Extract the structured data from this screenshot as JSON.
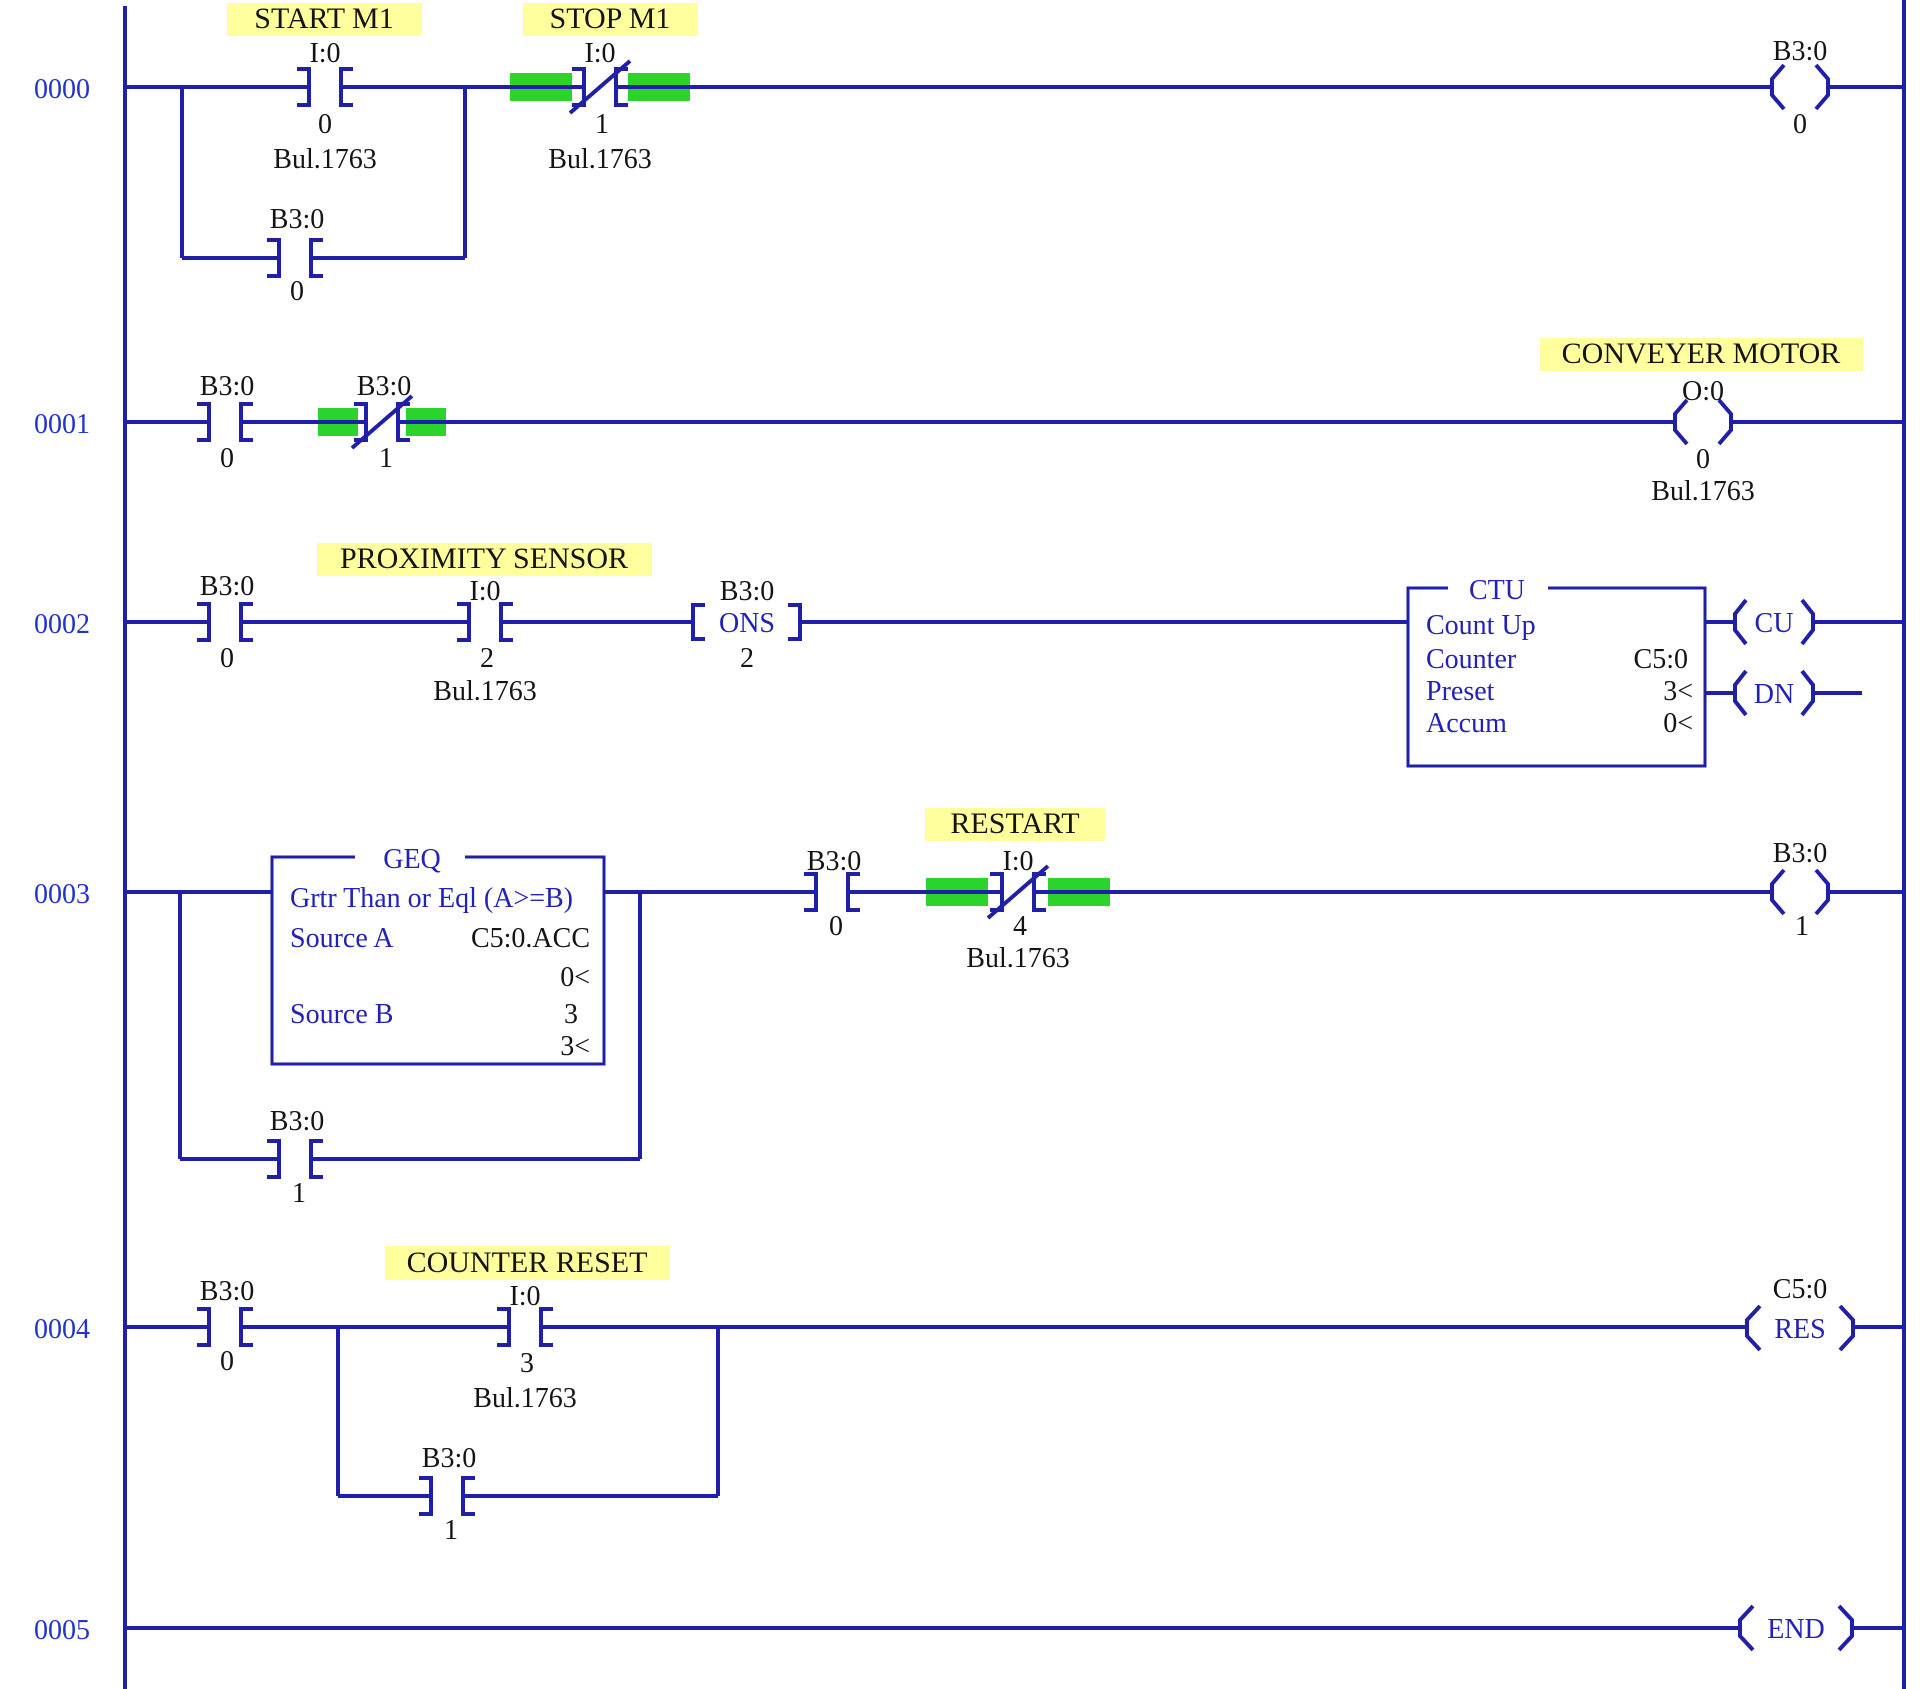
{
  "colors": {
    "wire_blue": "#1f1fa8",
    "text_blue": "#2222b8",
    "rung_number_blue": "#2233cc",
    "comment_yellow": "#ffff9e",
    "power_flow_green": "#2bd42b",
    "text_black": "#141414"
  },
  "rungs": [
    {
      "number": "0000",
      "start": {
        "label": "START M1",
        "address": "I:0",
        "bit": "0",
        "card": "Bul.1763"
      },
      "stop": {
        "label": "STOP M1",
        "address": "I:0",
        "bit": "1",
        "card": "Bul.1763"
      },
      "seal": {
        "address": "B3:0",
        "bit": "0"
      },
      "coil": {
        "address": "B3:0",
        "bit": "0"
      }
    },
    {
      "number": "0001",
      "c1": {
        "address": "B3:0",
        "bit": "0"
      },
      "c2": {
        "address": "B3:0",
        "bit": "1"
      },
      "coil": {
        "label": "CONVEYER MOTOR",
        "address": "O:0",
        "bit": "0",
        "card": "Bul.1763"
      }
    },
    {
      "number": "0002",
      "c1": {
        "address": "B3:0",
        "bit": "0"
      },
      "prox": {
        "label": "PROXIMITY SENSOR",
        "address": "I:0",
        "bit": "2",
        "card": "Bul.1763"
      },
      "ons": {
        "address": "B3:0",
        "mnemonic": "ONS",
        "bit": "2"
      },
      "ctu": {
        "title": "CTU",
        "name": "Count Up",
        "counter_label": "Counter",
        "counter": "C5:0",
        "preset_label": "Preset",
        "preset": "3<",
        "accum_label": "Accum",
        "accum": "0<",
        "cu": "CU",
        "dn": "DN"
      }
    },
    {
      "number": "0003",
      "geq": {
        "title": "GEQ",
        "desc": "Grtr Than or Eql (A>=B)",
        "a_label": "Source A",
        "a_value": "C5:0.ACC",
        "a_ref": "0<",
        "b_label": "Source B",
        "b_value": "3",
        "b_ref": "3<"
      },
      "c1": {
        "address": "B3:0",
        "bit": "0"
      },
      "restart": {
        "label": "RESTART",
        "address": "I:0",
        "bit": "4",
        "card": "Bul.1763"
      },
      "branch": {
        "address": "B3:0",
        "bit": "1"
      },
      "coil": {
        "address": "B3:0",
        "bit": "1"
      }
    },
    {
      "number": "0004",
      "c1": {
        "address": "B3:0",
        "bit": "0"
      },
      "reset": {
        "label": "COUNTER RESET",
        "address": "I:0",
        "bit": "3",
        "card": "Bul.1763"
      },
      "branch": {
        "address": "B3:0",
        "bit": "1"
      },
      "res": {
        "address": "C5:0",
        "mnemonic": "RES"
      }
    },
    {
      "number": "0005",
      "end": {
        "mnemonic": "END"
      }
    }
  ]
}
